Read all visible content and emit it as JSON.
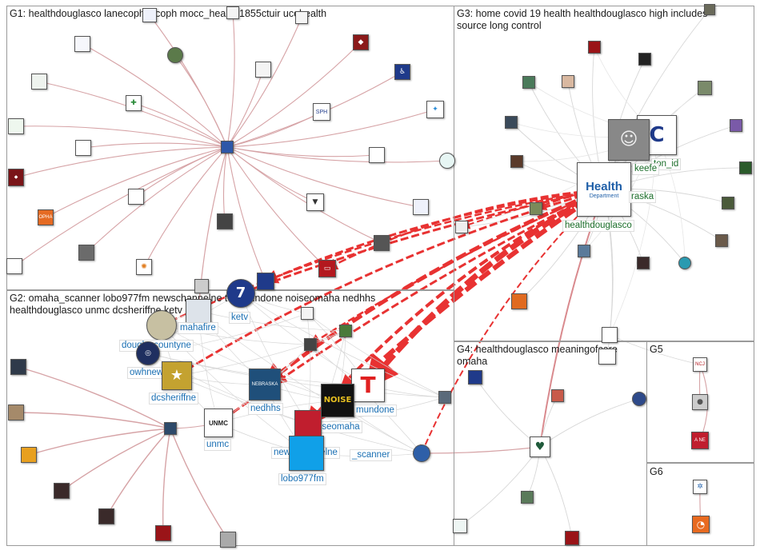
{
  "groups": [
    {
      "id": "g1",
      "title": "G1: healthdouglasco lanecoph jocoph mocc_health 1855ctuir ucohealth"
    },
    {
      "id": "g2",
      "title": "G2: omaha_scanner lobo977fm newschannelne telemundone noiseomaha nedhhs healthdouglasco unmc dcsheriffne ketv"
    },
    {
      "id": "g3",
      "title": "G3: home covid 19 health healthdouglasco high includes source long control"
    },
    {
      "id": "g4",
      "title": "G4: healthdouglasco meaningofcare omaha"
    },
    {
      "id": "g5",
      "title": "G5"
    },
    {
      "id": "g6",
      "title": "G6"
    }
  ],
  "labels": {
    "healthdouglasco": "healthdouglasco",
    "keefe": "keefe",
    "ton_id": "ton_id",
    "raska": "raska",
    "mahafire": "mahafire",
    "ketv": "ketv",
    "douglascountyne": "douglascountyne",
    "owhnews": "owhnews",
    "dcsheriffne": "dcsheriffne",
    "nedhhs": "nedhhs",
    "mundone": "mundone",
    "unmc": "unmc",
    "noiseomaha": "noiseomaha",
    "newschannelne": "newschannelne",
    "scanner": "_scanner",
    "lobo977fm": "lobo977fm"
  },
  "node_text": {
    "hub": {
      "line1": "Health",
      "line2": "Department"
    },
    "unmc": "UNMC",
    "noise": "NOISE",
    "tele": "T",
    "nebraska": "NEBRASKA",
    "ketv": "7",
    "sph": "SPH",
    "opha": "OPHA",
    "ane": "A NE",
    "ncj": "NCJ"
  },
  "colors": {
    "edge_gray": "#d7d7d7",
    "edge_pink": "#d6a3a6",
    "edge_red": "#e83232",
    "label_blue": "#1a6fb3",
    "label_green": "#1b6e2a"
  }
}
